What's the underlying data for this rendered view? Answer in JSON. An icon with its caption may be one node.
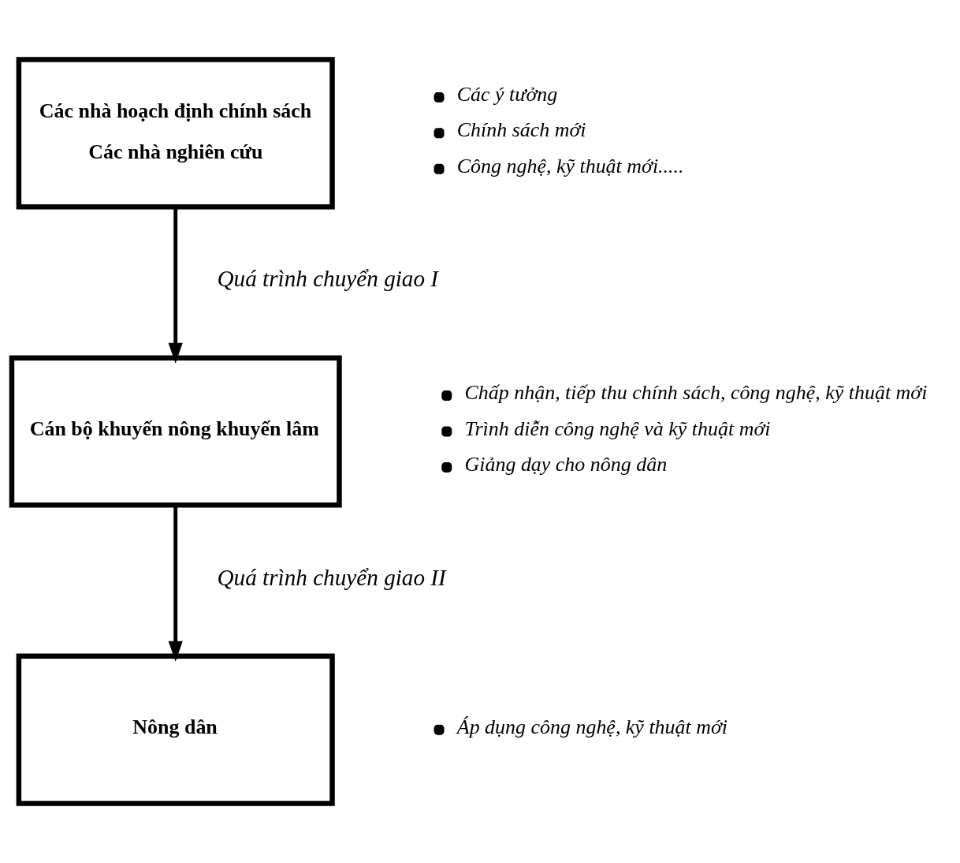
{
  "diagram": {
    "nodes": [
      {
        "text": [
          "Các nhà hoạch định chính sách",
          "Các nhà nghiên cứu"
        ],
        "beside": [
          "Các ý tưởng",
          "Chính sách mới",
          "Công nghệ, kỹ thuật mới....."
        ]
      },
      {
        "text": [
          "Cán bộ khuyến nông khuyến lâm"
        ],
        "beside": [
          "Chấp nhận, tiếp thu chính sách, công nghệ, kỹ thuật mới",
          "Trình diễn công nghệ và kỹ thuật mới",
          "Giảng dạy cho nông dân"
        ]
      },
      {
        "text": [
          "Nông dân"
        ]
      }
    ],
    "labels": [
      "Áp dụng công nghệ, kỹ thuật mới"
    ],
    "edges": [
      {
        "from": 0,
        "to": 1,
        "arrow": "to",
        "label": "Quá trình chuyển giao I"
      },
      {
        "from": 1,
        "to": 2,
        "arrow": "to",
        "label": "Quá trình chuyển giao II"
      }
    ]
  }
}
